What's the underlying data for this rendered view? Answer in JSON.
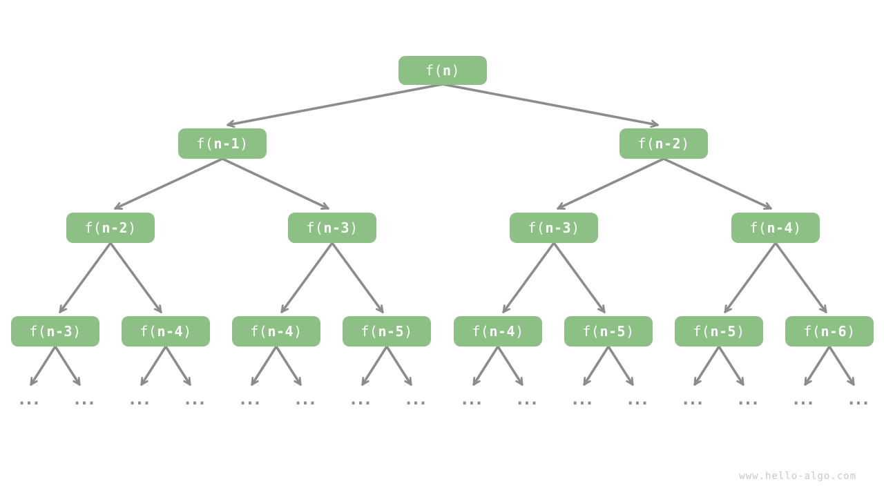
{
  "diagram": {
    "type": "recursion-tree",
    "colors": {
      "node_fill": "#8CC084",
      "node_text": "#FFFFFF",
      "edge": "#8C8C8C",
      "leaf_dots": "#8F8F8F",
      "watermark_text": "#C5C9CC",
      "background": "#FFFFFF"
    },
    "tree": {
      "levels": [
        {
          "nodes": [
            {
              "label": "f(n)",
              "pre": "f(",
              "arg": "n",
              "post": ")"
            }
          ]
        },
        {
          "nodes": [
            {
              "label": "f(n-1)",
              "pre": "f(",
              "arg": "n-1",
              "post": ")"
            },
            {
              "label": "f(n-2)",
              "pre": "f(",
              "arg": "n-2",
              "post": ")"
            }
          ]
        },
        {
          "nodes": [
            {
              "label": "f(n-2)",
              "pre": "f(",
              "arg": "n-2",
              "post": ")"
            },
            {
              "label": "f(n-3)",
              "pre": "f(",
              "arg": "n-3",
              "post": ")"
            },
            {
              "label": "f(n-3)",
              "pre": "f(",
              "arg": "n-3",
              "post": ")"
            },
            {
              "label": "f(n-4)",
              "pre": "f(",
              "arg": "n-4",
              "post": ")"
            }
          ]
        },
        {
          "nodes": [
            {
              "label": "f(n-3)",
              "pre": "f(",
              "arg": "n-3",
              "post": ")"
            },
            {
              "label": "f(n-4)",
              "pre": "f(",
              "arg": "n-4",
              "post": ")"
            },
            {
              "label": "f(n-4)",
              "pre": "f(",
              "arg": "n-4",
              "post": ")"
            },
            {
              "label": "f(n-5)",
              "pre": "f(",
              "arg": "n-5",
              "post": ")"
            },
            {
              "label": "f(n-4)",
              "pre": "f(",
              "arg": "n-4",
              "post": ")"
            },
            {
              "label": "f(n-5)",
              "pre": "f(",
              "arg": "n-5",
              "post": ")"
            },
            {
              "label": "f(n-5)",
              "pre": "f(",
              "arg": "n-5",
              "post": ")"
            },
            {
              "label": "f(n-6)",
              "pre": "f(",
              "arg": "n-6",
              "post": ")"
            }
          ]
        }
      ],
      "leaf_label": "..."
    },
    "watermark": "www.hello-algo.com"
  }
}
